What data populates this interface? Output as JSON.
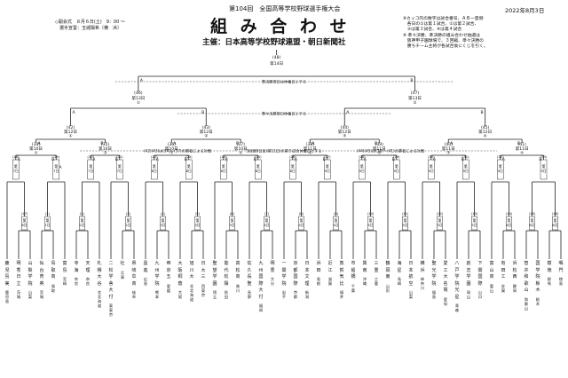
{
  "header": {
    "edition": "第104回　全国高等学校野球選手権大会",
    "title": "組 み 合 わ せ",
    "organizer": "主催：日本高等学校野球連盟・朝日新聞社",
    "date": "2022年8月3日",
    "legend": [
      "※カッコ内の数字は試合番号、ＡＢ一塁側",
      "　各日の①は第１試合、②は第２試合、",
      "　③は第３試合、④は第４試合",
      "※ 準々決勝、準決勝の組み合わせ抽選は",
      "　阪神甲子園球場で、３回戦、準々決勝の",
      "　勝ちチーム主将が各試合後にくじを引く。"
    ],
    "opening": [
      "◇開会式　８月６日(土)　9：00 ～",
      "　選手宣誓：玉城陽希（横　浜）"
    ]
  },
  "bracket": {
    "final": {
      "num": "(48)",
      "day": "第14日"
    },
    "notes": {
      "sf_rest": "準決勝翌日は休養日とする",
      "qf_rest": "準々決勝翌日休養日とする",
      "r3_left": "(42)(43)は(34)〜(37)の勝者による対戦",
      "r3_mid": "3回戦8日目(第11日)の第５試合休養日とする",
      "r3_right": "(44)(45)は(38)〜(41)の勝者による対戦"
    },
    "sf": [
      {
        "num": "(46)",
        "day": "第13日",
        "slot": "①"
      },
      {
        "num": "(47)",
        "day": "第13日",
        "slot": "②"
      }
    ],
    "qf": [
      {
        "num": "(42)",
        "day": "第12日",
        "slot": "①"
      },
      {
        "num": "(43)",
        "day": "第12日",
        "slot": "②"
      },
      {
        "num": "(44)",
        "day": "第12日",
        "slot": "③"
      },
      {
        "num": "(45)",
        "day": "第12日",
        "slot": "④"
      }
    ],
    "r3": [
      {
        "num": "(34)",
        "day": "第10日",
        "slot": "①"
      },
      {
        "num": "(35)",
        "day": "第10日",
        "slot": "②"
      },
      {
        "num": "(36)",
        "day": "第10日",
        "slot": "③"
      },
      {
        "num": "(37)",
        "day": "第10日",
        "slot": "④"
      },
      {
        "num": "(38)",
        "day": "第11日",
        "slot": "①"
      },
      {
        "num": "(39)",
        "day": "第11日",
        "slot": "②"
      },
      {
        "num": "(40)",
        "day": "第11日",
        "slot": "③"
      },
      {
        "num": "(41)",
        "day": "第11日",
        "slot": "④"
      }
    ],
    "r2": [
      {
        "num": "(18)",
        "day": "第7日"
      },
      {
        "num": "(19)",
        "day": "第7日"
      },
      {
        "num": "(20)",
        "day": "第7日"
      },
      {
        "num": "(21)",
        "day": "第7日"
      },
      {
        "num": "(22)",
        "day": "第8日"
      },
      {
        "num": "(23)",
        "day": "第8日"
      },
      {
        "num": "(24)",
        "day": "第8日"
      },
      {
        "num": "(25)",
        "day": "第8日"
      },
      {
        "num": "(26)",
        "day": "第8日"
      },
      {
        "num": "(27)",
        "day": "第9日"
      },
      {
        "num": "(28)",
        "day": "第9日"
      },
      {
        "num": "(29)",
        "day": "第9日"
      },
      {
        "num": "(30)",
        "day": "第9日"
      },
      {
        "num": "(31)",
        "day": "第9日"
      },
      {
        "num": "(32)",
        "day": "第9日"
      },
      {
        "num": "(33)",
        "day": "第9日"
      }
    ],
    "r1": [
      {
        "num": "(1)",
        "day": "第1日"
      },
      {
        "num": "(2)",
        "day": "第2日"
      },
      {
        "num": "(3)",
        "day": "第2日"
      },
      {
        "num": "(4)",
        "day": "第3日"
      },
      {
        "num": "(5)",
        "day": "第3日"
      },
      {
        "num": "(6)",
        "day": "第3日"
      },
      {
        "num": "(7)",
        "day": "第4日"
      },
      {
        "num": "(8)",
        "day": "第4日"
      },
      {
        "num": "(9)",
        "day": "第4日"
      },
      {
        "num": "(10)",
        "day": "第5日"
      },
      {
        "num": "(11)",
        "day": "第5日"
      },
      {
        "num": "(12)",
        "day": "第5日"
      },
      {
        "num": "(13)",
        "day": "第5日"
      },
      {
        "num": "(14)",
        "day": "第6日"
      },
      {
        "num": "(15)",
        "day": "第6日"
      },
      {
        "num": "(16)",
        "day": "第6日"
      },
      {
        "num": "(17)",
        "day": "第6日"
      }
    ]
  },
  "teams": [
    {
      "name": "鹿児島実",
      "pref": "鹿児島"
    },
    {
      "name": "明秀日立",
      "pref": "茨城"
    },
    {
      "name": "山梨学院",
      "pref": "山梨"
    },
    {
      "name": "仙台育英",
      "pref": "宮城"
    },
    {
      "name": "鳥取商",
      "pref": "鳥取"
    },
    {
      "name": "富島",
      "pref": "宮崎"
    },
    {
      "name": "寺海",
      "pref": "奈良"
    },
    {
      "name": "天理",
      "pref": "奈良"
    },
    {
      "name": "札幌大谷",
      "pref": "北北海道"
    },
    {
      "name": "二松学舎大付",
      "pref": "東東京"
    },
    {
      "name": "社",
      "pref": "兵庫"
    },
    {
      "name": "県岐阜商",
      "pref": "岐阜"
    },
    {
      "name": "盈進",
      "pref": "広島"
    },
    {
      "name": "九州学院",
      "pref": "熊本"
    },
    {
      "name": "帝京五",
      "pref": "愛媛"
    },
    {
      "name": "大阪桐蔭",
      "pref": "大阪"
    },
    {
      "name": "旭川大",
      "pref": "北北海道"
    },
    {
      "name": "日大三",
      "pref": "西東京"
    },
    {
      "name": "聖望学園",
      "pref": "埼玉"
    },
    {
      "name": "能代松陽",
      "pref": "秋田"
    },
    {
      "name": "高松商",
      "pref": "香川"
    },
    {
      "name": "佐久長聖",
      "pref": "長野"
    },
    {
      "name": "九州国際大付",
      "pref": "福岡"
    },
    {
      "name": "明豊",
      "pref": "大分"
    },
    {
      "name": "一関学院",
      "pref": "岩手"
    },
    {
      "name": "京都国際",
      "pref": "京都"
    },
    {
      "name": "日本文理",
      "pref": "新潟"
    },
    {
      "name": "浜田",
      "pref": "島根"
    },
    {
      "name": "近江",
      "pref": "滋賀"
    },
    {
      "name": "敦賀気比",
      "pref": "福井"
    },
    {
      "name": "市船橋",
      "pref": "千葉"
    },
    {
      "name": "興南",
      "pref": "沖縄"
    },
    {
      "name": "三重",
      "pref": "三重"
    },
    {
      "name": "鶴岡東",
      "pref": "山形"
    },
    {
      "name": "海星",
      "pref": "長崎"
    },
    {
      "name": "日本航空",
      "pref": "山梨"
    },
    {
      "name": "横浜",
      "pref": "神奈川"
    },
    {
      "name": "聖光学院",
      "pref": "福島"
    },
    {
      "name": "愛工大名電",
      "pref": "愛知"
    },
    {
      "name": "八戸学院光星",
      "pref": "青森"
    },
    {
      "name": "創志学園",
      "pref": "岡山"
    },
    {
      "name": "下関国際",
      "pref": "山口"
    },
    {
      "name": "富山商",
      "pref": "富山"
    },
    {
      "name": "有田工",
      "pref": "佐賀"
    },
    {
      "name": "浜松西",
      "pref": "静岡"
    },
    {
      "name": "智弁和歌山",
      "pref": "和歌山"
    },
    {
      "name": "国学院栃木",
      "pref": "栃木"
    },
    {
      "name": "樹徳",
      "pref": "群馬"
    },
    {
      "name": "鳴門",
      "pref": "徳島"
    }
  ]
}
